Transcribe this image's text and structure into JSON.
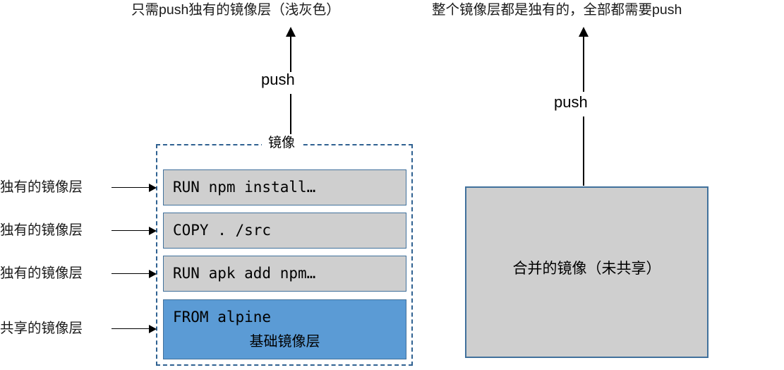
{
  "captions": {
    "left": "只需push独有的镜像层（浅灰色）",
    "right": "整个镜像层都是独有的，全部都需要push"
  },
  "push_arrows": {
    "left_label": "push",
    "right_label": "push"
  },
  "image_container": {
    "title": "镜像",
    "layers": [
      {
        "command": "RUN npm install…",
        "subtitle": "",
        "fill": "#CFCFCF",
        "kind": "unique"
      },
      {
        "command": "COPY . /src",
        "subtitle": "",
        "fill": "#CFCFCF",
        "kind": "unique"
      },
      {
        "command": "RUN apk add npm…",
        "subtitle": "",
        "fill": "#CFCFCF",
        "kind": "unique"
      },
      {
        "command": "FROM alpine",
        "subtitle": "基础镜像层",
        "fill": "#5B9BD5",
        "kind": "shared"
      }
    ]
  },
  "side_labels": [
    "独有的镜像层",
    "独有的镜像层",
    "独有的镜像层",
    "共享的镜像层"
  ],
  "merged_image": {
    "label": "合并的镜像（未共享）",
    "fill": "#CFCFCF"
  },
  "colors": {
    "gray_layer": "#CFCFCF",
    "blue_layer": "#5B9BD5",
    "border_blue": "#41719C",
    "dashed_border": "#2F6191",
    "arrow": "#000000"
  }
}
